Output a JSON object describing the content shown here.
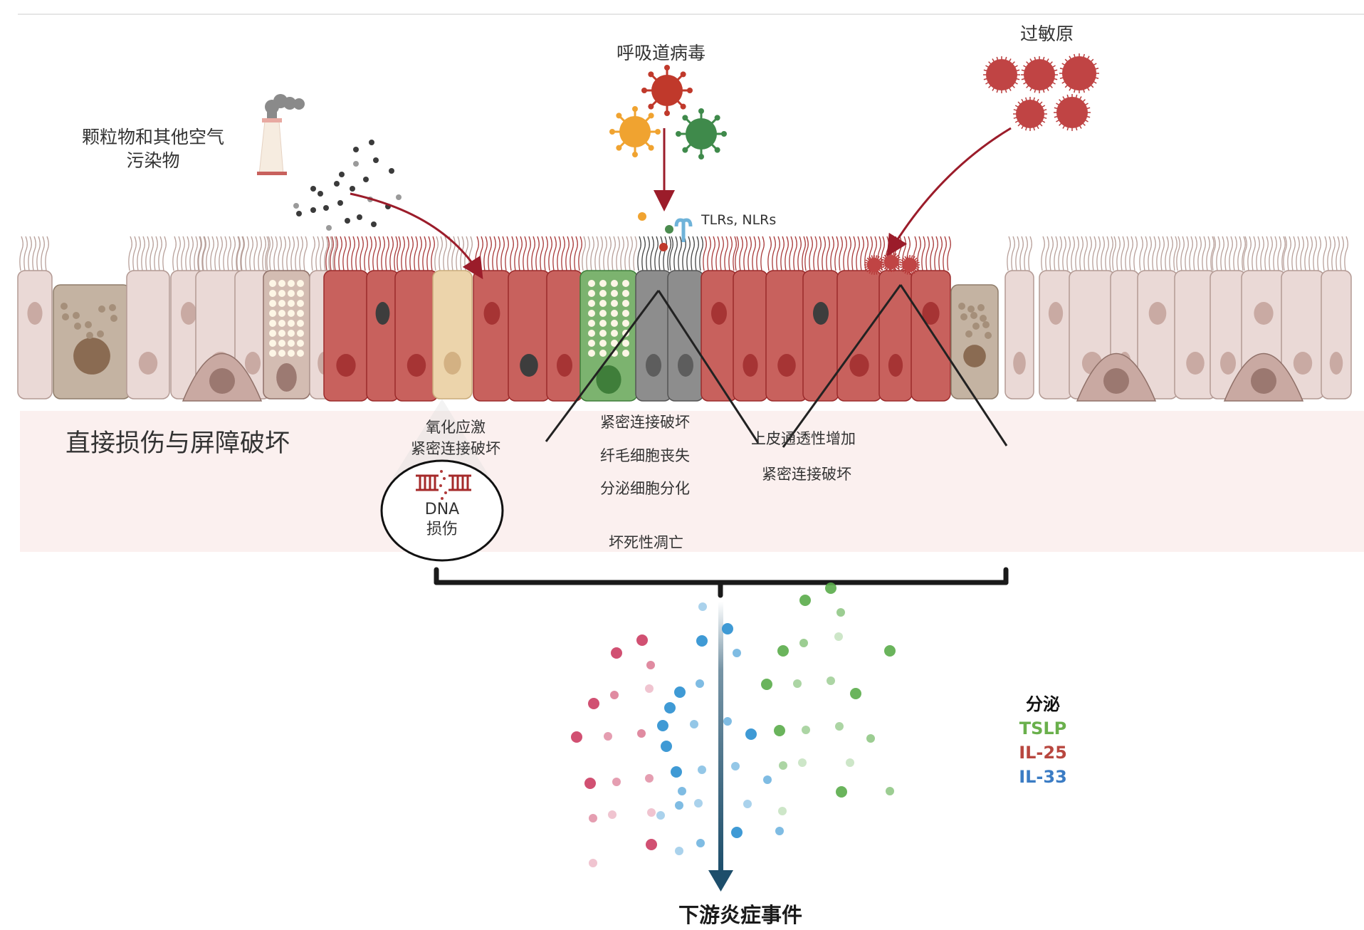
{
  "diagram": {
    "sources": {
      "pollutants_label_line1": "颗粒物和其他空气",
      "pollutants_label_line2": "污染物",
      "virus_label": "呼吸道病毒",
      "allergen_label": "过敏原",
      "receptor_label": "TLRs, NLRs"
    },
    "band": {
      "title": "直接损伤与屏障破坏",
      "pollutant_effects": [
        "氧化应激",
        "紧密连接破坏"
      ],
      "dna_damage": [
        "DNA",
        "损伤"
      ],
      "virus_effects": [
        "紧密连接破坏",
        "纤毛细胞丧失",
        "分泌细胞分化",
        "坏死性凋亡"
      ],
      "allergen_effects": [
        "上皮通透性增加",
        "紧密连接破坏"
      ]
    },
    "outcome": {
      "label": "下游炎症事件"
    },
    "legend": {
      "title": "分泌",
      "items": [
        {
          "label": "TSLP",
          "color": "#6ab04c"
        },
        {
          "label": "IL-25",
          "color": "#b8473f"
        },
        {
          "label": "IL-33",
          "color": "#3b7cc4"
        }
      ]
    },
    "colors": {
      "damaged_cell": "#c8615d",
      "healthy_cell": "#ead9d6",
      "arrow_dark_red": "#9b1c2a",
      "downstream_arrow": "#1d4e6b",
      "band_bg": "#fbf0ef"
    }
  }
}
